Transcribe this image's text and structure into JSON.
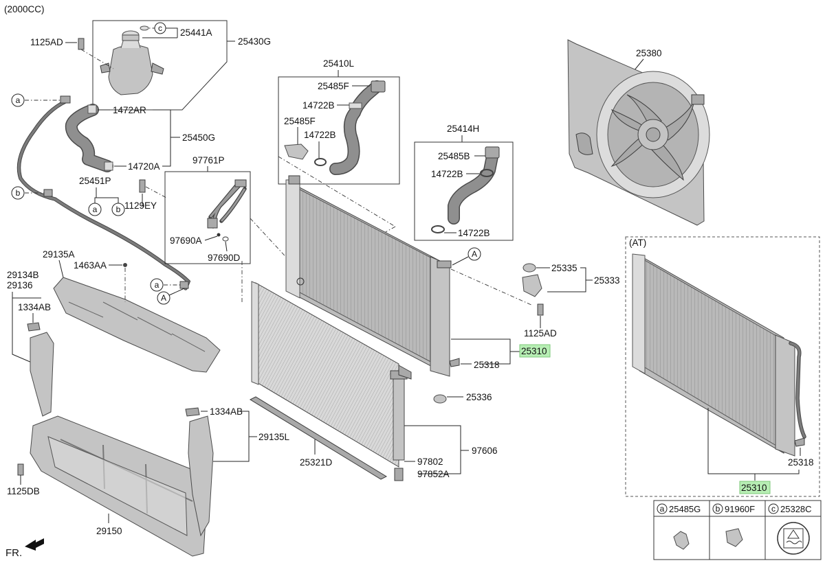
{
  "header": {
    "engine": "(2000CC)"
  },
  "callouts": {
    "c1125AD_top": "1125AD",
    "c25441A": "25441A",
    "c25430G": "25430G",
    "c1472AR": "1472AR",
    "c25450G": "25450G",
    "c14720A": "14720A",
    "c25451P": "25451P",
    "c1129EY": "1129EY",
    "c97761P": "97761P",
    "c97690A": "97690A",
    "c97690D": "97690D",
    "c25410L": "25410L",
    "c25485F_1": "25485F",
    "c14722B_1": "14722B",
    "c25485F_2": "25485F",
    "c14722B_2": "14722B",
    "c25414H": "25414H",
    "c25485B": "25485B",
    "c14722B_3": "14722B",
    "c14722B_4": "14722B",
    "c25380": "25380",
    "c29135A": "29135A",
    "c1463AA": "1463AA",
    "c29134B": "29134B",
    "c29136": "29136",
    "c1334AB_1": "1334AB",
    "c25335": "25335",
    "c25333": "25333",
    "c1125AD_mid": "1125AD",
    "c25310": "25310",
    "c25318": "25318",
    "c25336": "25336",
    "c1334AB_2": "1334AB",
    "c29135L": "29135L",
    "c25321D": "25321D",
    "c97606": "97606",
    "c97802": "97802",
    "c97852A": "97852A",
    "c1125DB": "1125DB",
    "c29150": "29150",
    "at_label": "(AT)",
    "c25318_at": "25318",
    "c25310_at": "25310",
    "fr_label": "FR."
  },
  "markers": {
    "a": "a",
    "b": "b",
    "c": "c",
    "A": "A"
  },
  "legend": {
    "items": [
      {
        "letter": "a",
        "part": "25485G"
      },
      {
        "letter": "b",
        "part": "91960F"
      },
      {
        "letter": "c",
        "part": "25328C"
      }
    ]
  },
  "colors": {
    "highlight": "#b7eeb4",
    "part_fill": "#c4c4c4",
    "line": "#222222"
  }
}
